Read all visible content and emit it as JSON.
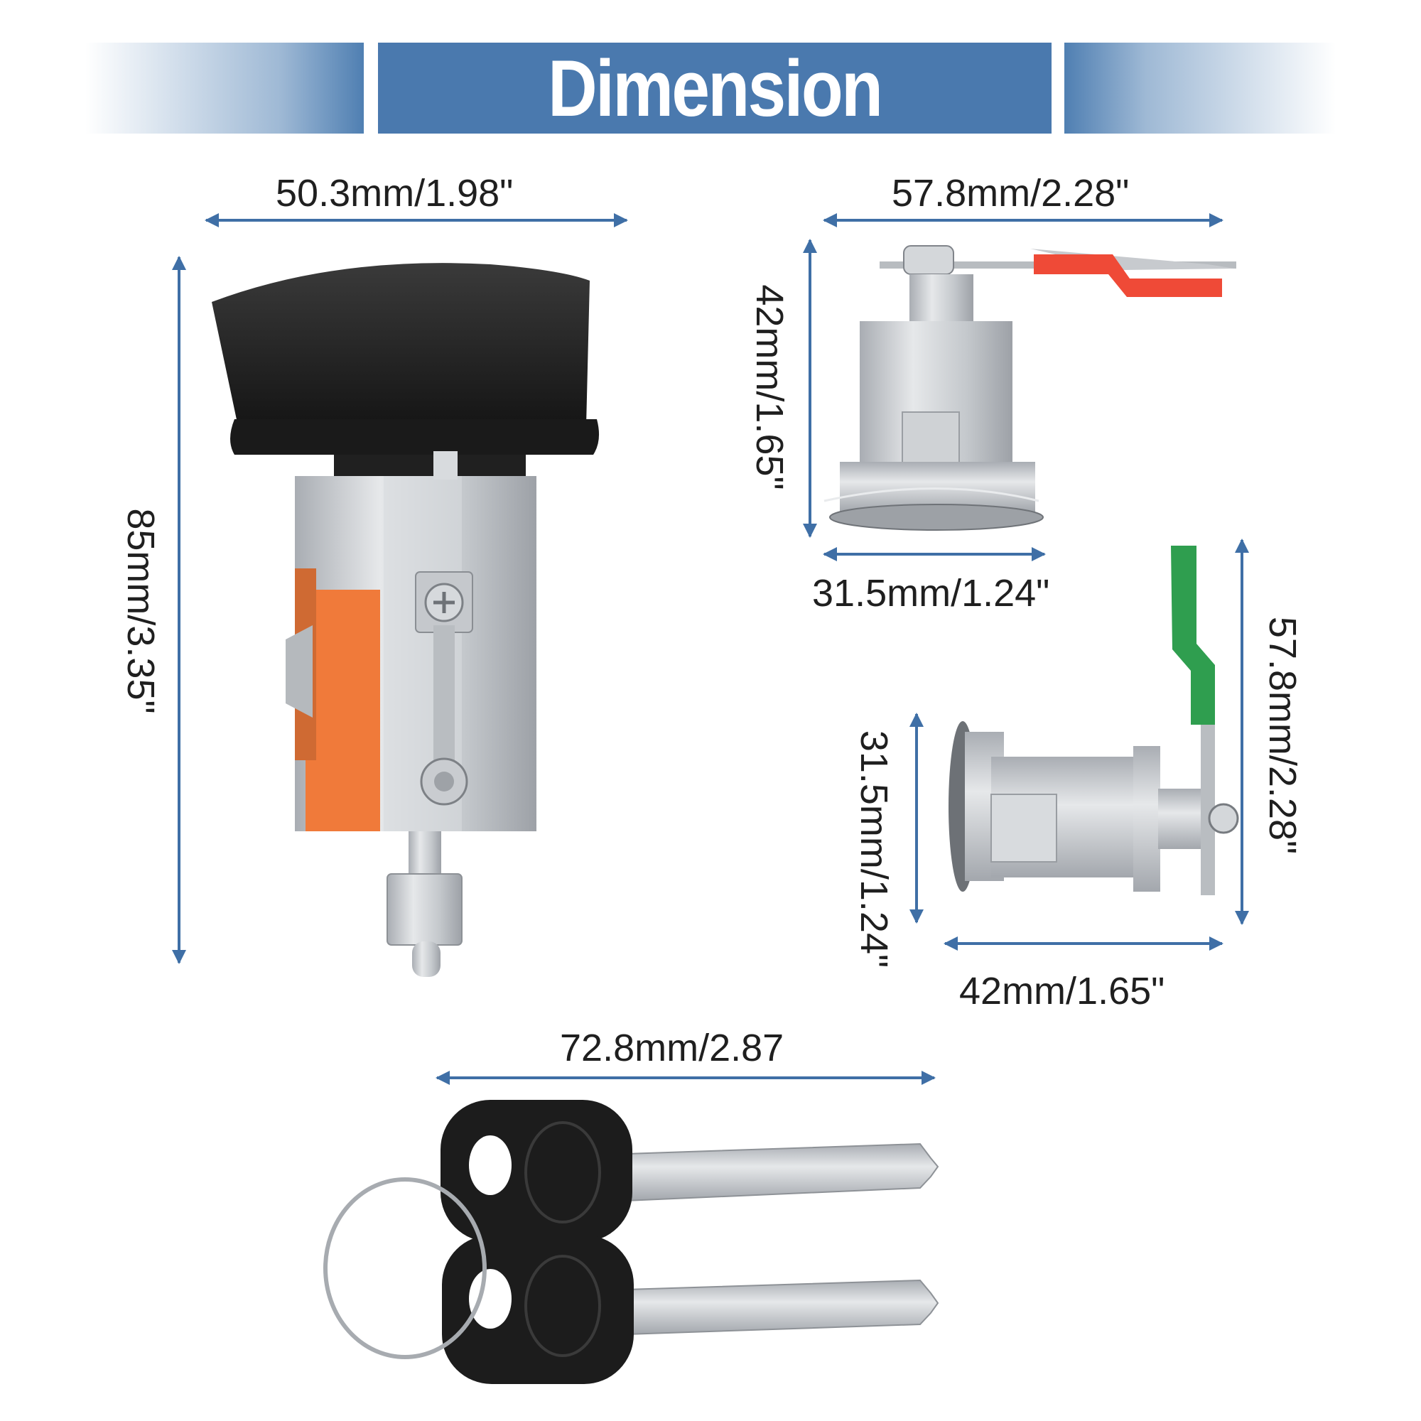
{
  "header": {
    "title": "Dimension"
  },
  "colors": {
    "banner": "#4a79ae",
    "arrow": "#3f6fa6",
    "ignition_cap": "#222222",
    "connector": "#f07a3a",
    "red_lever": "#ef4a37",
    "green_lever": "#2f9e4f",
    "key_head": "#1c1c1c",
    "metal": "#c9ccd0"
  },
  "dimensions": {
    "ignition_width": "50.3mm/1.98\"",
    "ignition_height": "85mm/3.35\"",
    "door_lock_top_width": "57.8mm/2.28\"",
    "door_lock_top_height": "42mm/1.65\"",
    "door_lock_top_base": "31.5mm/1.24\"",
    "door_lock_side_height": "57.8mm/2.28\"",
    "door_lock_side_body": "31.5mm/1.24\"",
    "door_lock_side_width": "42mm/1.65\"",
    "key_length": "72.8mm/2.87"
  }
}
